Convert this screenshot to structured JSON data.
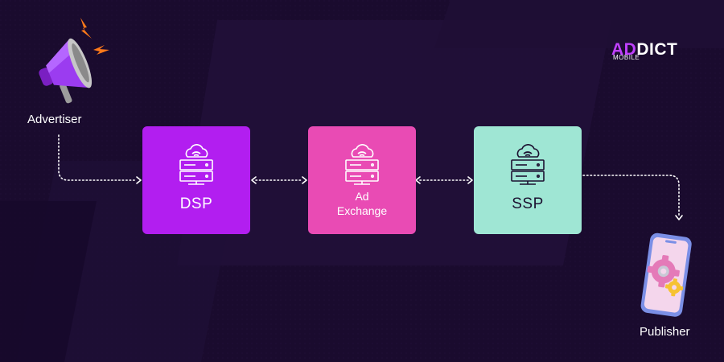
{
  "logo": {
    "accent": "AD",
    "rest": "DICT",
    "sub": "MOBILE"
  },
  "nodes": {
    "advertiser": {
      "label": "Advertiser",
      "icon": "megaphone-icon"
    },
    "dsp": {
      "label": "DSP",
      "icon": "cloud-server-icon",
      "color": "#b21ef0"
    },
    "ad_exchange": {
      "line1": "Ad",
      "line2": "Exchange",
      "icon": "cloud-server-icon",
      "color": "#e94bb4"
    },
    "ssp": {
      "label": "SSP",
      "icon": "cloud-server-icon",
      "color": "#9fe6d4"
    },
    "publisher": {
      "label": "Publisher",
      "icon": "smartphone-gear-icon"
    }
  },
  "colors": {
    "background": "#1a0b2e",
    "connector": "#ffffff"
  }
}
